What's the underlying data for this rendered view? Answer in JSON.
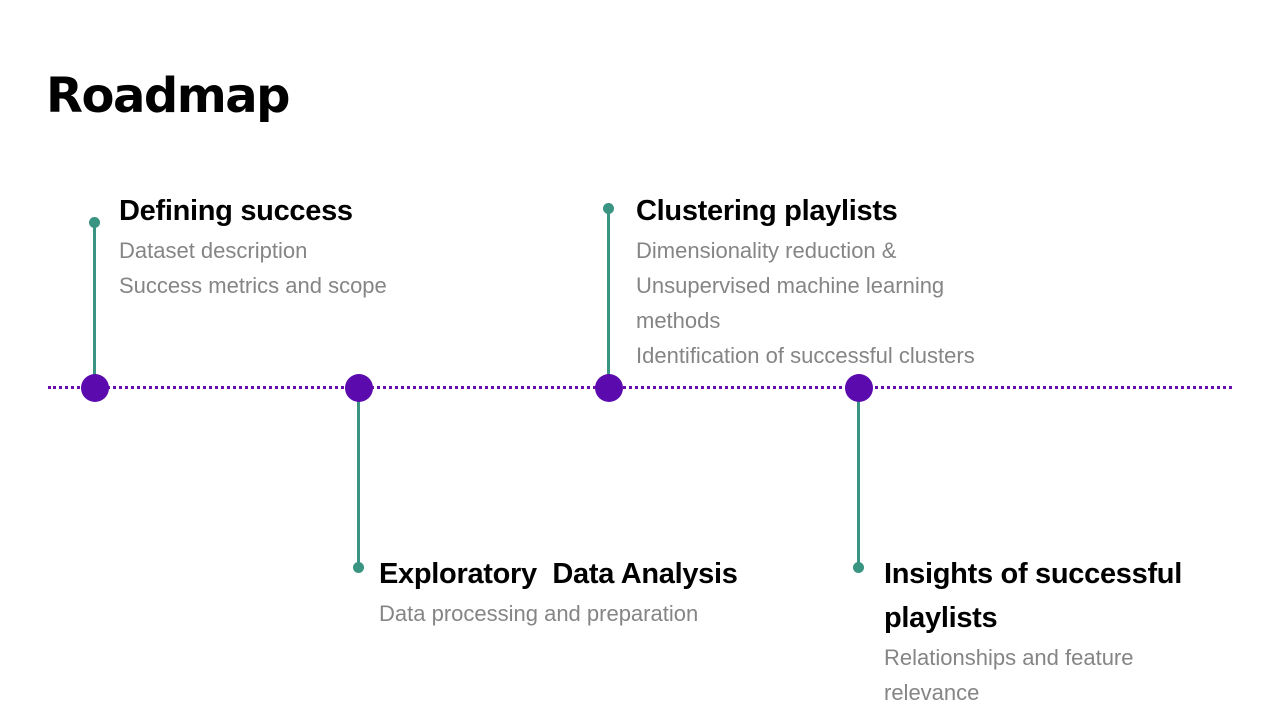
{
  "page": {
    "title": "Roadmap"
  },
  "colors": {
    "timeline_dots": "#6a0dad",
    "node_fill": "#5b0aad",
    "stem": "#3a9482",
    "heading_text": "#000000",
    "description_text": "#858585"
  },
  "milestones": [
    {
      "title": "Defining success",
      "details": [
        "Dataset description",
        "Success metrics and scope"
      ],
      "position": "above"
    },
    {
      "title": "Exploratory  Data Analysis",
      "details": [
        "Data processing and preparation"
      ],
      "position": "below"
    },
    {
      "title": "Clustering playlists",
      "details": [
        "Dimensionality reduction &",
        "Unsupervised machine learning",
        "methods",
        "Identification of successful clusters"
      ],
      "position": "above"
    },
    {
      "title": "Insights of successful playlists",
      "details": [
        "Relationships and feature",
        "relevance"
      ],
      "position": "below"
    }
  ]
}
